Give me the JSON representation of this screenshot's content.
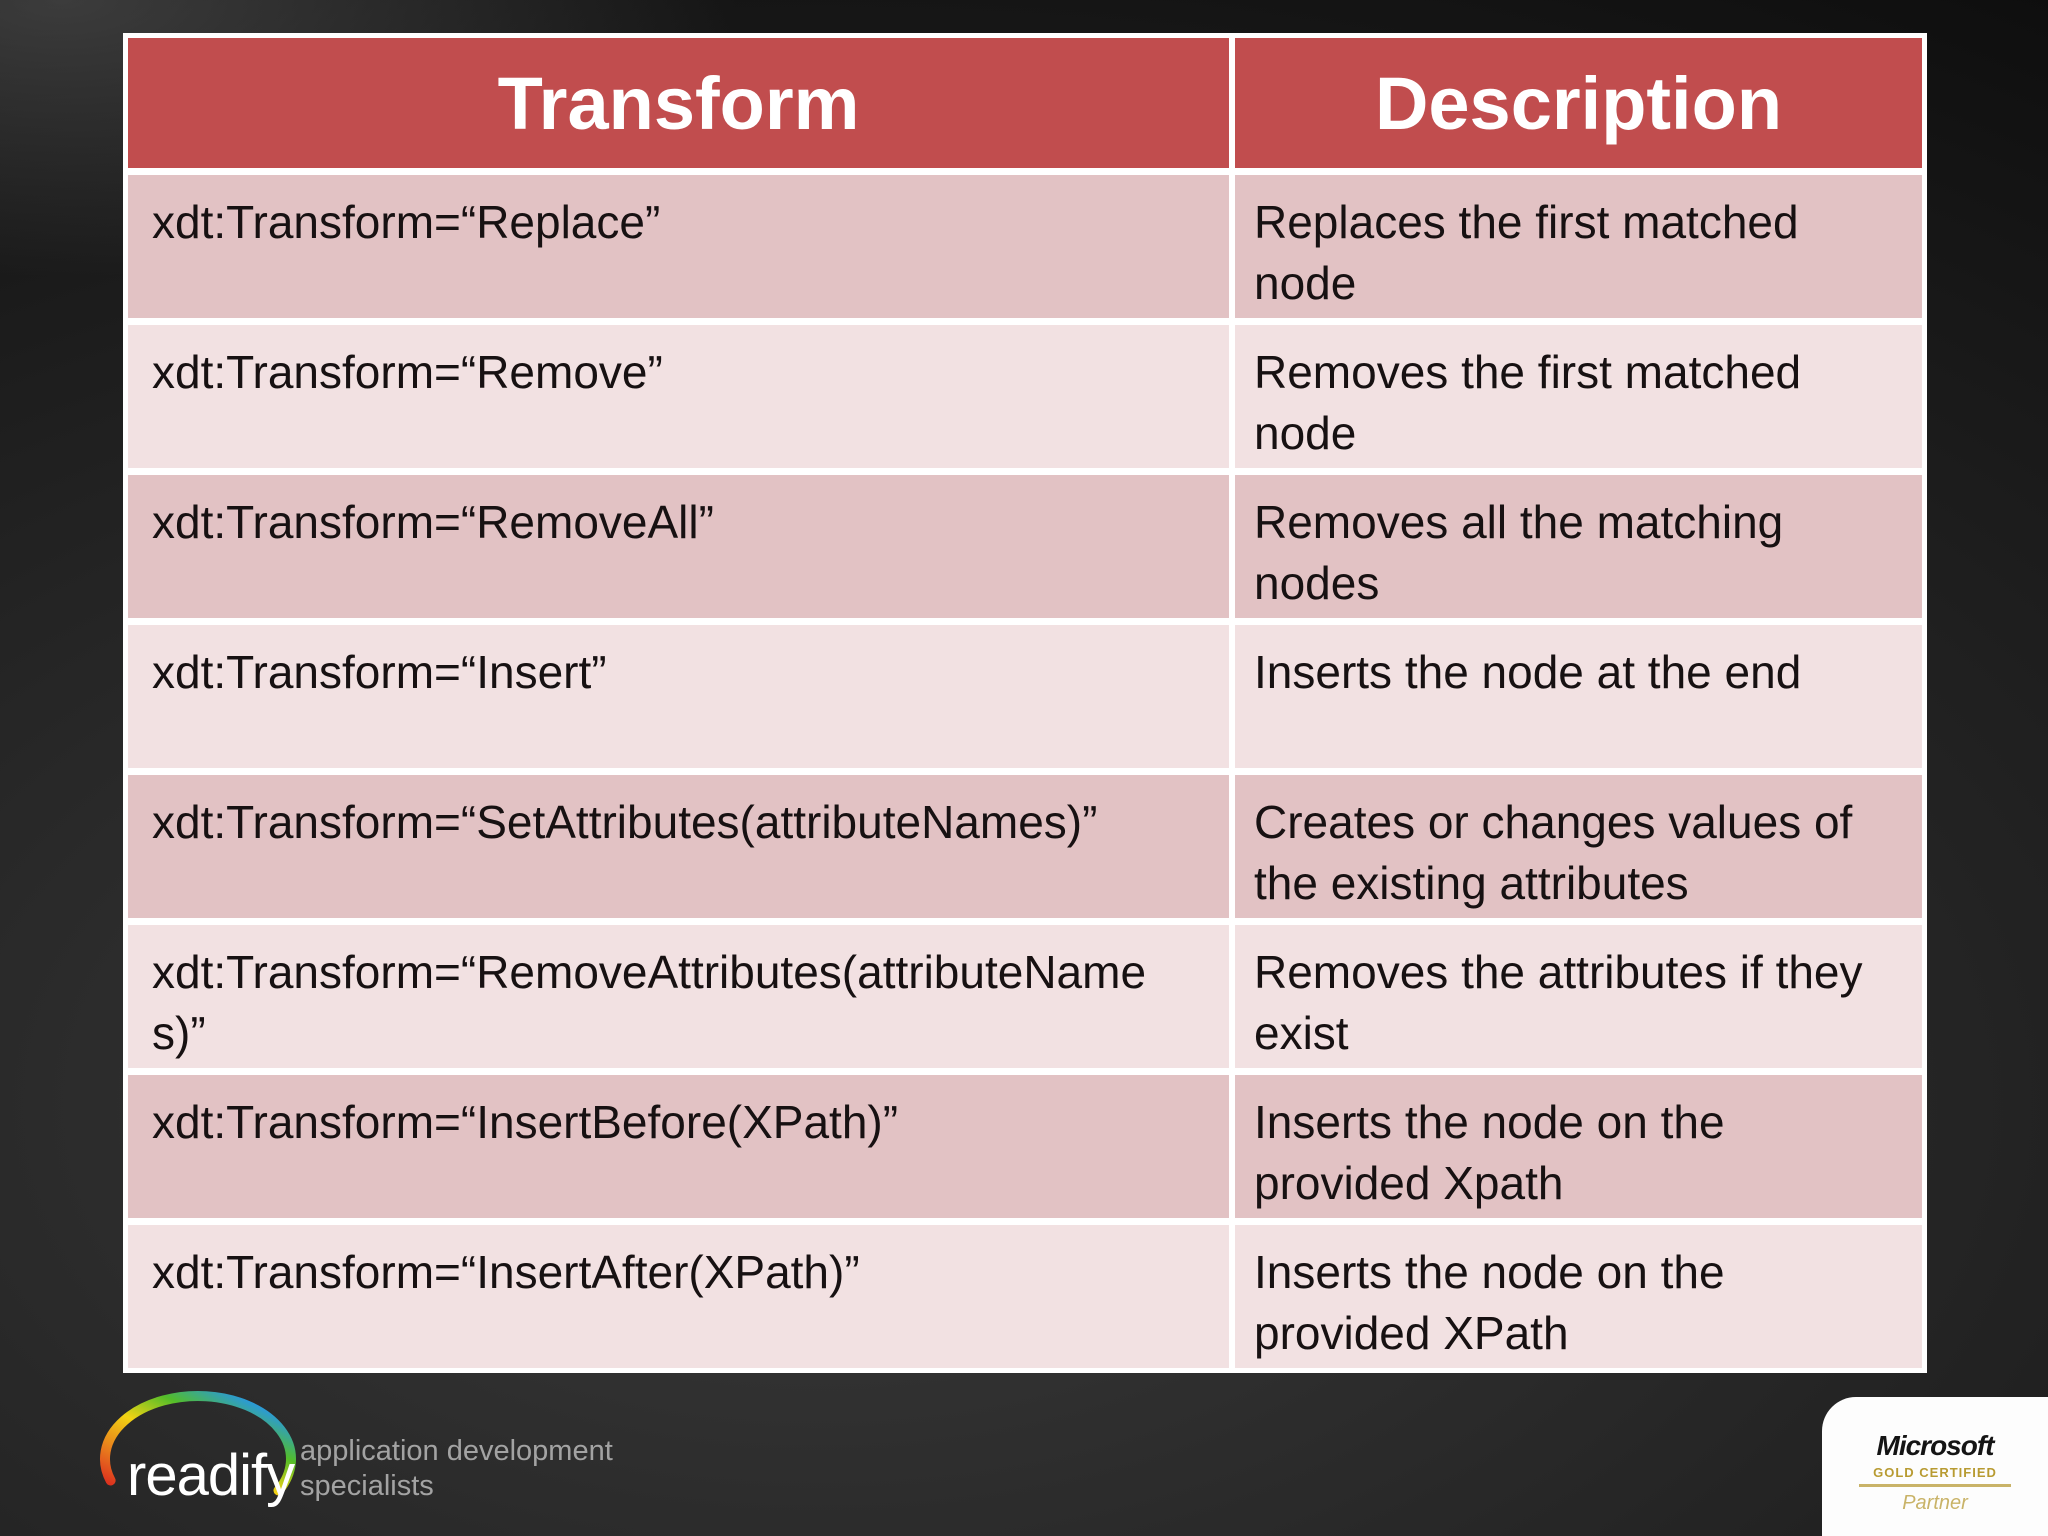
{
  "table": {
    "headers": [
      {
        "label": "Transform"
      },
      {
        "label": "Description"
      }
    ],
    "rows": [
      {
        "transform": "xdt:Transform=“Replace”",
        "description": "Replaces the first matched node",
        "band": "dark"
      },
      {
        "transform": "xdt:Transform=“Remove”",
        "description": "Removes the first matched node",
        "band": "light"
      },
      {
        "transform": "xdt:Transform=“RemoveAll”",
        "description": "Removes all the matching nodes",
        "band": "dark"
      },
      {
        "transform": "xdt:Transform=“Insert”",
        "description": "Inserts the node at the end",
        "band": "light"
      },
      {
        "transform": "xdt:Transform=“SetAttributes(attributeNames)”",
        "description": "Creates or changes values of the existing attributes",
        "band": "dark"
      },
      {
        "transform": "xdt:Transform=“RemoveAttributes(attributeNames)”",
        "description": "Removes the attributes if they exist",
        "band": "light"
      },
      {
        "transform": "xdt:Transform=“InsertBefore(XPath)”",
        "description": "Inserts the node on the provided Xpath",
        "band": "dark"
      },
      {
        "transform": "xdt:Transform=“InsertAfter(XPath)”",
        "description": "Inserts the node on the provided XPath",
        "band": "light"
      }
    ]
  },
  "footer": {
    "readify": {
      "wordmark": "readify",
      "tagline_line1": "application development",
      "tagline_line2": "specialists"
    },
    "microsoft": {
      "brand": "Microsoft",
      "certification": "GOLD CERTIFIED",
      "partner": "Partner"
    }
  },
  "icons": {
    "readify_swoosh": "rainbow-ellipse-arc"
  },
  "colors": {
    "header_bg": "#c14d4e",
    "header_text": "#ffffff",
    "band_dark": "#e2c2c4",
    "band_light": "#f2e1e2",
    "gap_white": "#ffffff",
    "cell_text": "#171112",
    "tagline_text": "#a3a3a3",
    "card_white": "#fdfdfd",
    "ms_gold": "#b89b32",
    "ms_gold_light": "#c9b368"
  }
}
